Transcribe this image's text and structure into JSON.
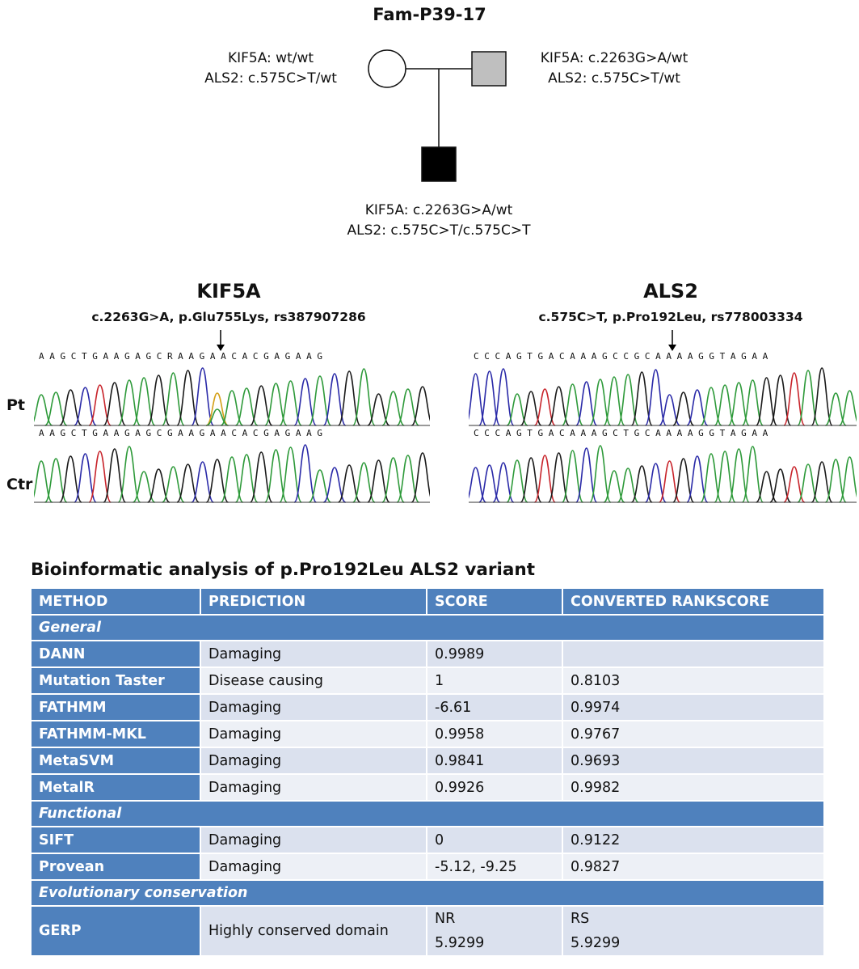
{
  "pedigree": {
    "title": "Fam-P39-17",
    "mother": {
      "line1": "KIF5A: wt/wt",
      "line2": "ALS2: c.575C>T/wt"
    },
    "father": {
      "line1": "KIF5A: c.2263G>A/wt",
      "line2": "ALS2: c.575C>T/wt"
    },
    "proband": {
      "line1": "KIF5A: c.2263G>A/wt",
      "line2": "ALS2: c.575C>T/c.575C>T"
    }
  },
  "sequencing": {
    "kif5a": {
      "title": "KIF5A",
      "subtitle": "c.2263G>A, p.Glu755Lys, rs387907286",
      "pt_bases": "A A G C T G A A G A G C R A A G A A C A C G A G A A G",
      "ctr_bases": "A A G C T G A A G A G C G A A G A A C A C G A G A A G"
    },
    "als2": {
      "title": "ALS2",
      "subtitle": "c.575C>T, p.Pro192Leu, rs778003334",
      "pt_bases": "C C C A G T G A C A A A G C C G C A A A A G G T A G A A",
      "ctr_bases": "C C C A G T G A C A A A G C T G C A A A A G G T A G A A"
    },
    "labels": {
      "pt": "Pt",
      "ctr": "Ctr"
    },
    "colors": {
      "A": "#2e9a3a",
      "C": "#2a2aa8",
      "G": "#1a1a1a",
      "T": "#c8242b",
      "R": "#d4a017"
    }
  },
  "table": {
    "title": "Bioinformatic analysis of p.Pro192Leu ALS2 variant",
    "headers": [
      "METHOD",
      "PREDICTION",
      "SCORE",
      "CONVERTED RANKSCORE"
    ],
    "sections": {
      "general": "General",
      "functional": "Functional",
      "evolutionary": "Evolutionary conservation"
    },
    "rows": {
      "dann": [
        "DANN",
        "Damaging",
        "0.9989",
        ""
      ],
      "mutation_taster": [
        "Mutation Taster",
        "Disease causing",
        "1",
        "0.8103"
      ],
      "fathmm": [
        "FATHMM",
        "Damaging",
        "-6.61",
        "0.9974"
      ],
      "fathmm_mkl": [
        "FATHMM-MKL",
        "Damaging",
        "0.9958",
        "0.9767"
      ],
      "metasvm": [
        "MetaSVM",
        "Damaging",
        "0.9841",
        "0.9693"
      ],
      "metalr": [
        "MetalR",
        "Damaging",
        "0.9926",
        "0.9982"
      ],
      "sift": [
        "SIFT",
        "Damaging",
        "0",
        "0.9122"
      ],
      "provean": [
        "Provean",
        "Damaging",
        "-5.12, -9.25",
        "0.9827"
      ],
      "gerp": [
        "GERP",
        "Highly conserved domain",
        "NR",
        "5.9299",
        "RS",
        "5.9299"
      ]
    }
  }
}
